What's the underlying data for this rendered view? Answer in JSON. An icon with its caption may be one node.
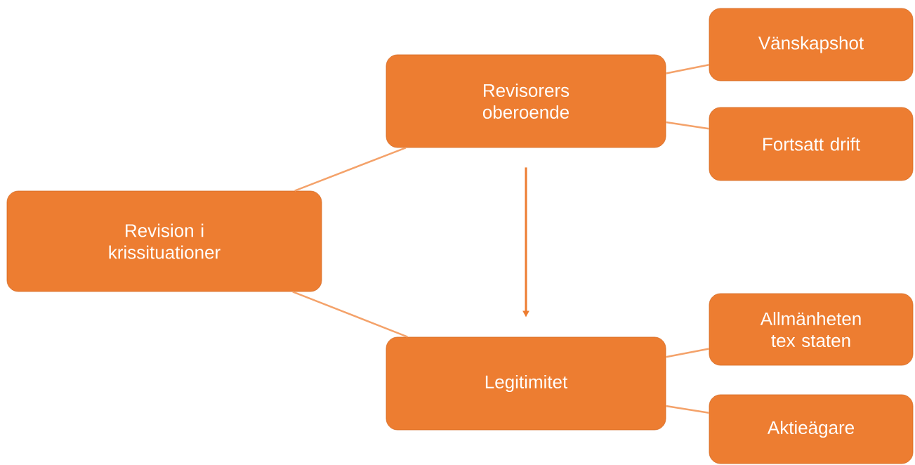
{
  "diagram": {
    "nodes": [
      {
        "text": [
          "Revision i krissituationer"
        ]
      },
      {
        "text": [
          "Revisorers oberoende"
        ]
      },
      {
        "text": [
          "Legitimitet"
        ]
      },
      {
        "text": [
          "Vänskapshot"
        ]
      },
      {
        "text": [
          "Fortsatt drift"
        ]
      },
      {
        "text": [
          "Allmänheten tex staten"
        ]
      },
      {
        "text": [
          "Aktieägare"
        ]
      }
    ],
    "edges": [
      {
        "from": 0,
        "to": 1,
        "arrow": "none"
      },
      {
        "from": 0,
        "to": 2,
        "arrow": "none"
      },
      {
        "from": 1,
        "to": 3,
        "arrow": "none"
      },
      {
        "from": 1,
        "to": 4,
        "arrow": "none"
      },
      {
        "from": 2,
        "to": 5,
        "arrow": "none"
      },
      {
        "from": 2,
        "to": 6,
        "arrow": "none"
      },
      {
        "from": 1,
        "to": 2,
        "arrow": "to",
        "color": "#ed7d31"
      }
    ]
  }
}
